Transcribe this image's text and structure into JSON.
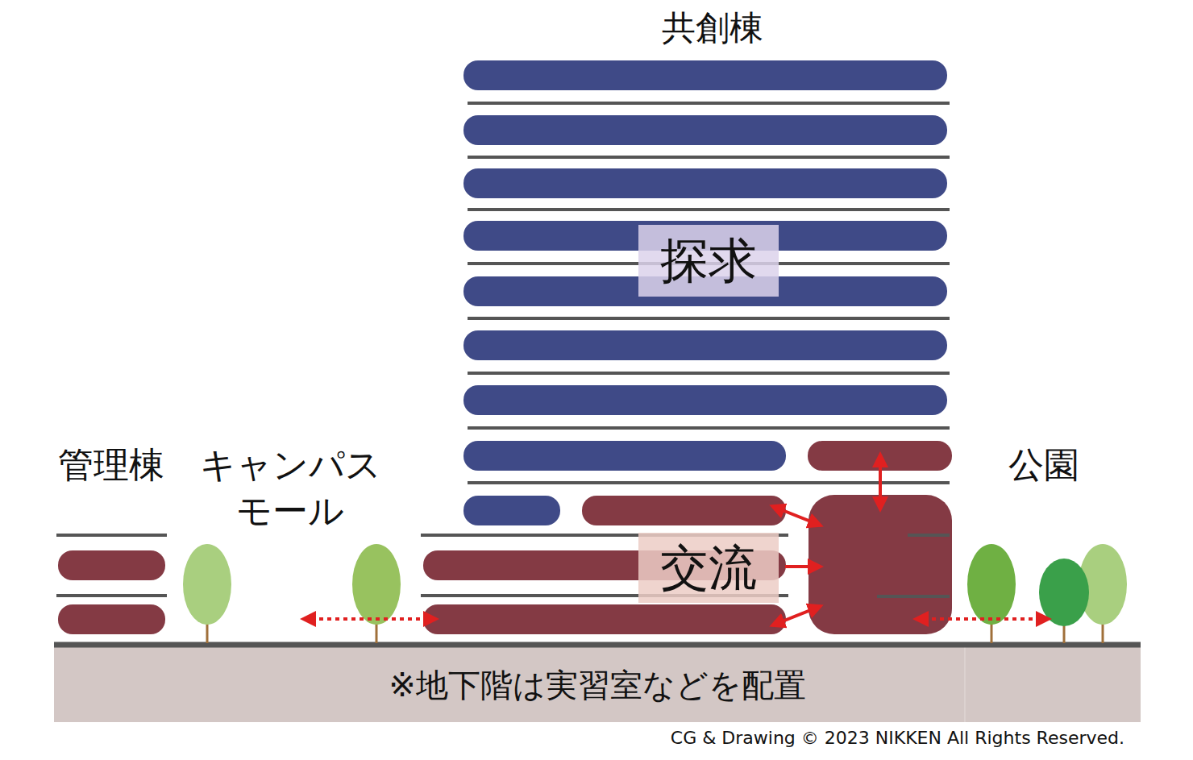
{
  "diagram": {
    "nodes": [
      {
        "text": [
          "探求"
        ]
      },
      {
        "text": [
          "交流"
        ]
      },
      {
        "text": [
          "※地下階は実習室などを配置"
        ]
      }
    ],
    "labels": [
      "共創棟",
      "管理棟",
      "キャンパス モール",
      "公園",
      "CG & Drawing © 2023 NIKKEN All Rights Reserved."
    ]
  }
}
